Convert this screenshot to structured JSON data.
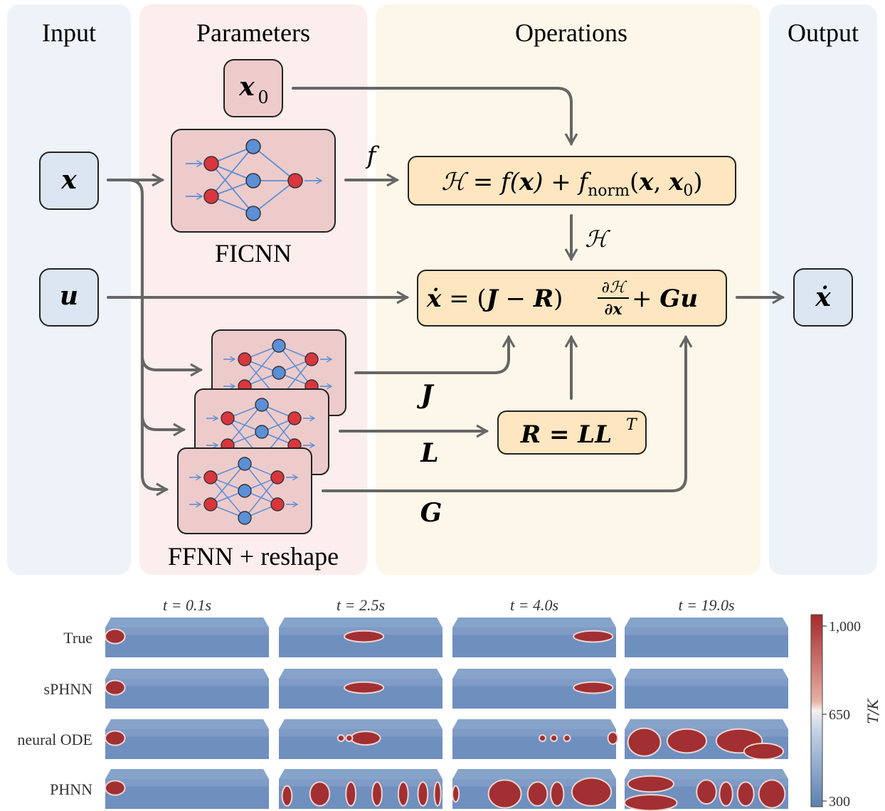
{
  "columns": {
    "input": "Input",
    "parameters": "Parameters",
    "operations": "Operations",
    "output": "Output"
  },
  "inputs": {
    "x": "x",
    "u": "u"
  },
  "params": {
    "x0_base": "x",
    "x0_sub": "0",
    "ficnn_label": "FICNN",
    "ffnn_label": "FFNN + reshape"
  },
  "edges": {
    "f": "f",
    "H": "ℋ",
    "J": "J",
    "L": "L",
    "G": "G"
  },
  "equations": {
    "H_lhs": "ℋ = f(",
    "H_x": "x",
    "H_mid": ") + f",
    "H_norm": "norm",
    "H_args_open": "(",
    "H_x2": "x",
    "H_comma": ", ",
    "H_x0": "x",
    "H_x0_sub": "0",
    "H_close": ")",
    "dyn_lhs": "ẋ",
    "dyn_eq": " = (",
    "dyn_J": "J",
    "dyn_minus": " − ",
    "dyn_R": "R",
    "dyn_close": ")",
    "dyn_frac_num": "∂ℋ",
    "dyn_frac_den": "∂x",
    "dyn_plus": " + ",
    "dyn_Gu": "Gu",
    "R_eq": "R = LL",
    "R_sup": "T"
  },
  "output": {
    "xdot": "ẋ"
  },
  "results": {
    "time_labels": [
      "t = 0.1s",
      "t = 2.5s",
      "t = 4.0s",
      "t = 19.0s"
    ],
    "row_labels": [
      "True",
      "sPHNN",
      "neural ODE",
      "PHNN"
    ],
    "colorbar": {
      "ticks": [
        "1,000",
        "650",
        "300"
      ],
      "label": "T/K",
      "colors": [
        "#a52a2a",
        "#f4f0ee",
        "#5b7fb0"
      ]
    }
  },
  "colors": {
    "input_bg": "#eef3f9",
    "params_bg": "#fbeeed",
    "ops_bg": "#fdf7ea",
    "node_blue": "#dce6f2",
    "node_red": "#eecbcb",
    "eq_fill": "#fde6c0",
    "arrow": "#666666",
    "neuron_red": "#d9363e",
    "neuron_blue": "#5b8fd6"
  }
}
